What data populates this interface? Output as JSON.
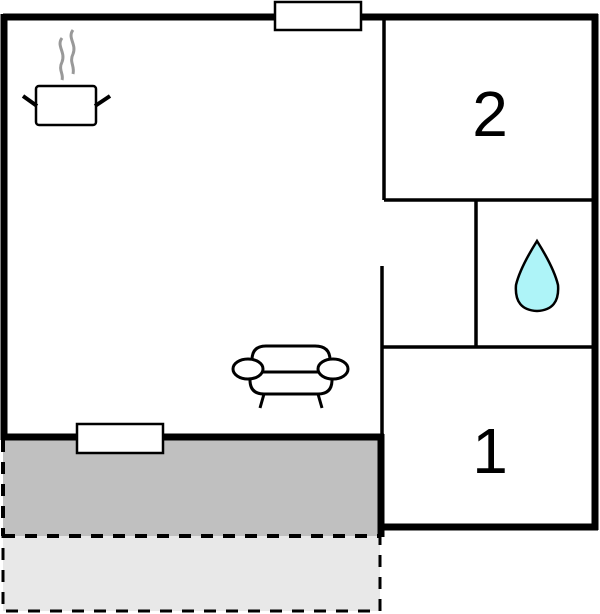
{
  "floorplan": {
    "rooms": [
      {
        "id": "bedroom-2",
        "label": "2"
      },
      {
        "id": "bedroom-1",
        "label": "1"
      },
      {
        "id": "bathroom",
        "icon": "water-drop-icon"
      },
      {
        "id": "living-kitchen",
        "icons": [
          "cooking-pot-icon",
          "sofa-icon"
        ]
      },
      {
        "id": "hallway"
      }
    ],
    "areas": [
      {
        "id": "covered-terrace",
        "fill": "#c0c0c0",
        "style": "solid-top, dashed-sides"
      },
      {
        "id": "open-terrace",
        "fill": "#e8e8e8",
        "style": "dashed"
      }
    ],
    "windows": [
      {
        "id": "window-top"
      },
      {
        "id": "window-bottom"
      }
    ],
    "colors": {
      "wall": "#000000",
      "drop_fill": "#aef4f8",
      "steam": "#999999",
      "terrace_covered": "#c0c0c0",
      "terrace_open": "#e8e8e8"
    }
  }
}
